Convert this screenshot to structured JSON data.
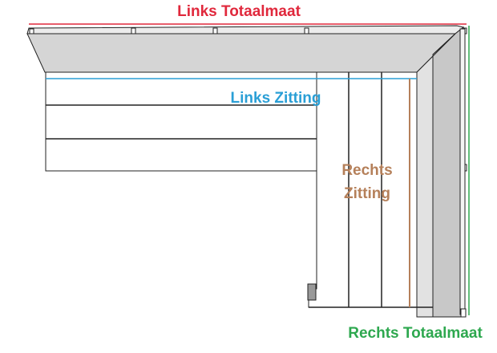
{
  "labels": {
    "left_total": "Links Totaalmaat",
    "left_seat": "Links Zitting",
    "right_seat_line1": "Rechts",
    "right_seat_line2": "Zitting",
    "right_total": "Rechts Totaalmaat"
  },
  "colors": {
    "left_total": "#e0283c",
    "left_seat": "#2a9fd6",
    "right_seat": "#b5805a",
    "right_total": "#2ea84f",
    "frame_fill": "#d5d5d5",
    "frame_side": "#bcbcbc",
    "outline": "#222222"
  }
}
